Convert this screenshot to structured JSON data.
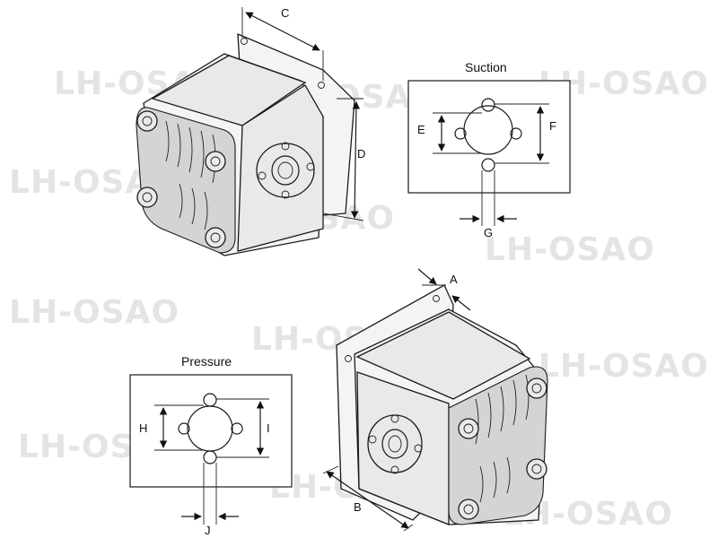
{
  "watermark": {
    "text": "LH-OSAO"
  },
  "suction_panel": {
    "title": "Suction",
    "labels": {
      "E": "E",
      "F": "F",
      "G": "G"
    }
  },
  "pressure_panel": {
    "title": "Pressure",
    "labels": {
      "H": "H",
      "I": "I",
      "J": "J"
    }
  },
  "top_pump_dims": {
    "C": "C",
    "D": "D"
  },
  "bottom_pump_dims": {
    "A": "A",
    "B": "B"
  }
}
